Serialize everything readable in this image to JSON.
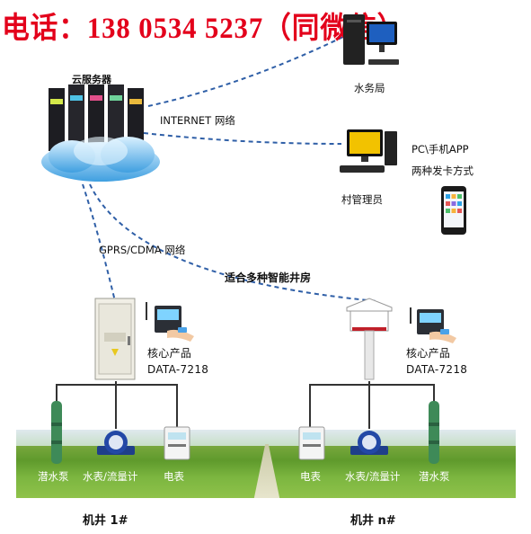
{
  "banner": {
    "phone_text": "电话：138 0534 5237（同微信）"
  },
  "cloud": {
    "label": "云服务器"
  },
  "networks": {
    "internet": "INTERNET 网络",
    "gprs": "GPRS/CDMA 网络",
    "smart_house": "适合多种智能井房"
  },
  "endpoints": {
    "water_bureau": "水务局",
    "village_admin": "村管理员",
    "pc_app_line1": "PC\\手机APP",
    "pc_app_line2": "两种发卡方式"
  },
  "site1": {
    "core_label": "核心产品",
    "core_model": "DATA-7218",
    "devices": [
      "潜水泵",
      "水表/流量计",
      "电表"
    ],
    "well_label": "机井 1#"
  },
  "site2": {
    "core_label": "核心产品",
    "core_model": "DATA-7218",
    "devices": [
      "电表",
      "水表/流量计",
      "潜水泵"
    ],
    "well_label": "机井 n#"
  },
  "colors": {
    "banner_red": "#e3001b",
    "link_blue": "#2f5fa7",
    "cabinet_red": "#c0202a"
  }
}
